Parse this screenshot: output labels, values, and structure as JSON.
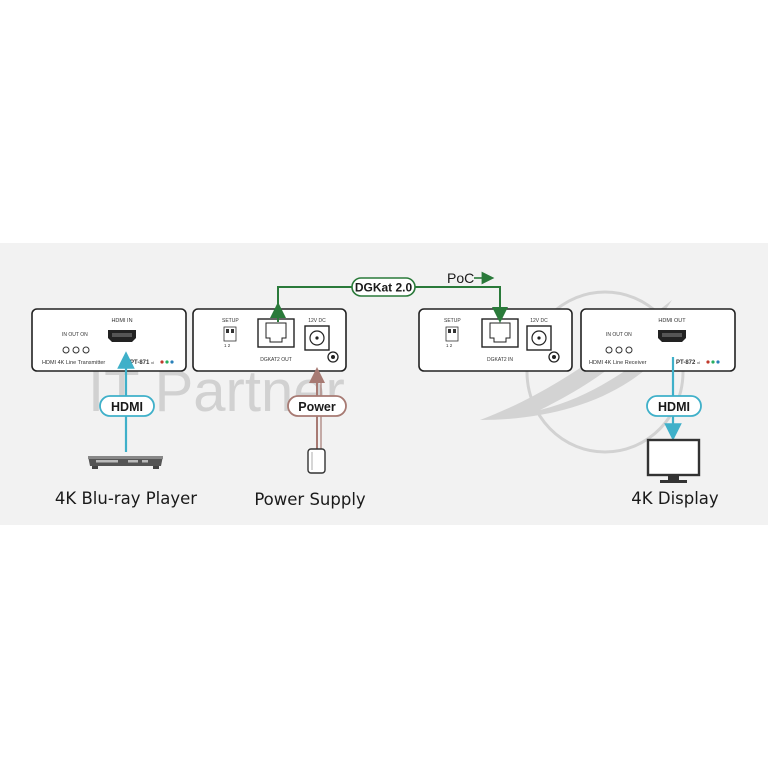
{
  "transmitter": {
    "hdmi_in_label": "HDMI IN",
    "led_labels": "IN  OUT  ON",
    "product_text": "HDMI 4K Line Transmitter",
    "model": "PT-871",
    "model_suffix": "xl"
  },
  "tx_port_panel": {
    "setup_label": "SETUP",
    "setup_switch": "1 2",
    "dgkat_label": "DGKAT2 OUT",
    "power_label": "12V DC"
  },
  "rx_port_panel": {
    "setup_label": "SETUP",
    "setup_switch": "1 2",
    "dgkat_label": "DGKAT2 IN",
    "power_label": "12V DC"
  },
  "receiver": {
    "hdmi_out_label": "HDMI OUT",
    "led_labels": "IN  OUT  ON",
    "product_text": "HDMI 4K Line Receiver",
    "model": "PT-872",
    "model_suffix": "xl"
  },
  "links": {
    "dgkat_label": "DGKat 2.0",
    "poc_label": "PoC",
    "hdmi_source_label": "HDMI",
    "hdmi_display_label": "HDMI",
    "power_label": "Power"
  },
  "devices": {
    "source_caption": "4K Blu-ray Player",
    "power_caption": "Power Supply",
    "display_caption": "4K Display"
  },
  "watermark": {
    "text": "IT Partner"
  },
  "colors": {
    "hdmi_cable": "#3fb0c9",
    "dgkat_cable": "#2a7a3a",
    "power_cable": "#a77a73",
    "unit_outline": "#222222"
  }
}
